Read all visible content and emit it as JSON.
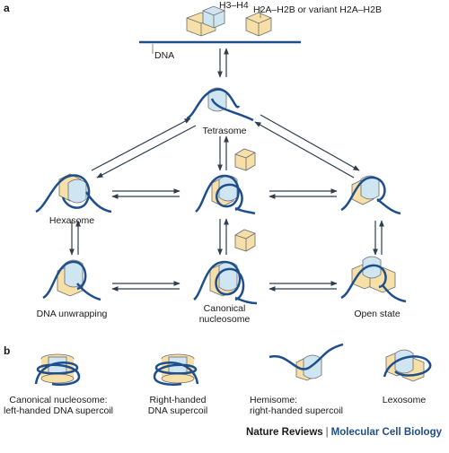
{
  "panels": {
    "a": "a",
    "b": "b"
  },
  "legend": {
    "h3h4": "H3–H4",
    "h2a": "H2A–H2B or variant H2A–H2B",
    "dna": "DNA"
  },
  "states": {
    "tetrasome": "Tetrasome",
    "hexasome": "Hexasome",
    "dna_unwrapping": "DNA unwrapping",
    "canonical_1": "Canonical",
    "canonical_2": "nucleosome",
    "open_state": "Open state"
  },
  "variants": {
    "canonical_1": "Canonical nucleosome:",
    "canonical_2": "left-handed DNA supercoil",
    "right_1": "Right-handed",
    "right_2": "DNA supercoil",
    "hemi_1": "Hemisome:",
    "hemi_2": "right-handed supercoil",
    "lexosome": "Lexosome"
  },
  "footer": {
    "journal": "Nature Reviews",
    "separator": "|",
    "subtitle": "Molecular Cell Biology"
  },
  "colors": {
    "dna": "#1f4e8c",
    "arrow": "#2d3e4f",
    "h3h4_fill": "#cfe6f2",
    "h2a_fill": "#f7dfa8",
    "outline": "#6b6b6b"
  }
}
